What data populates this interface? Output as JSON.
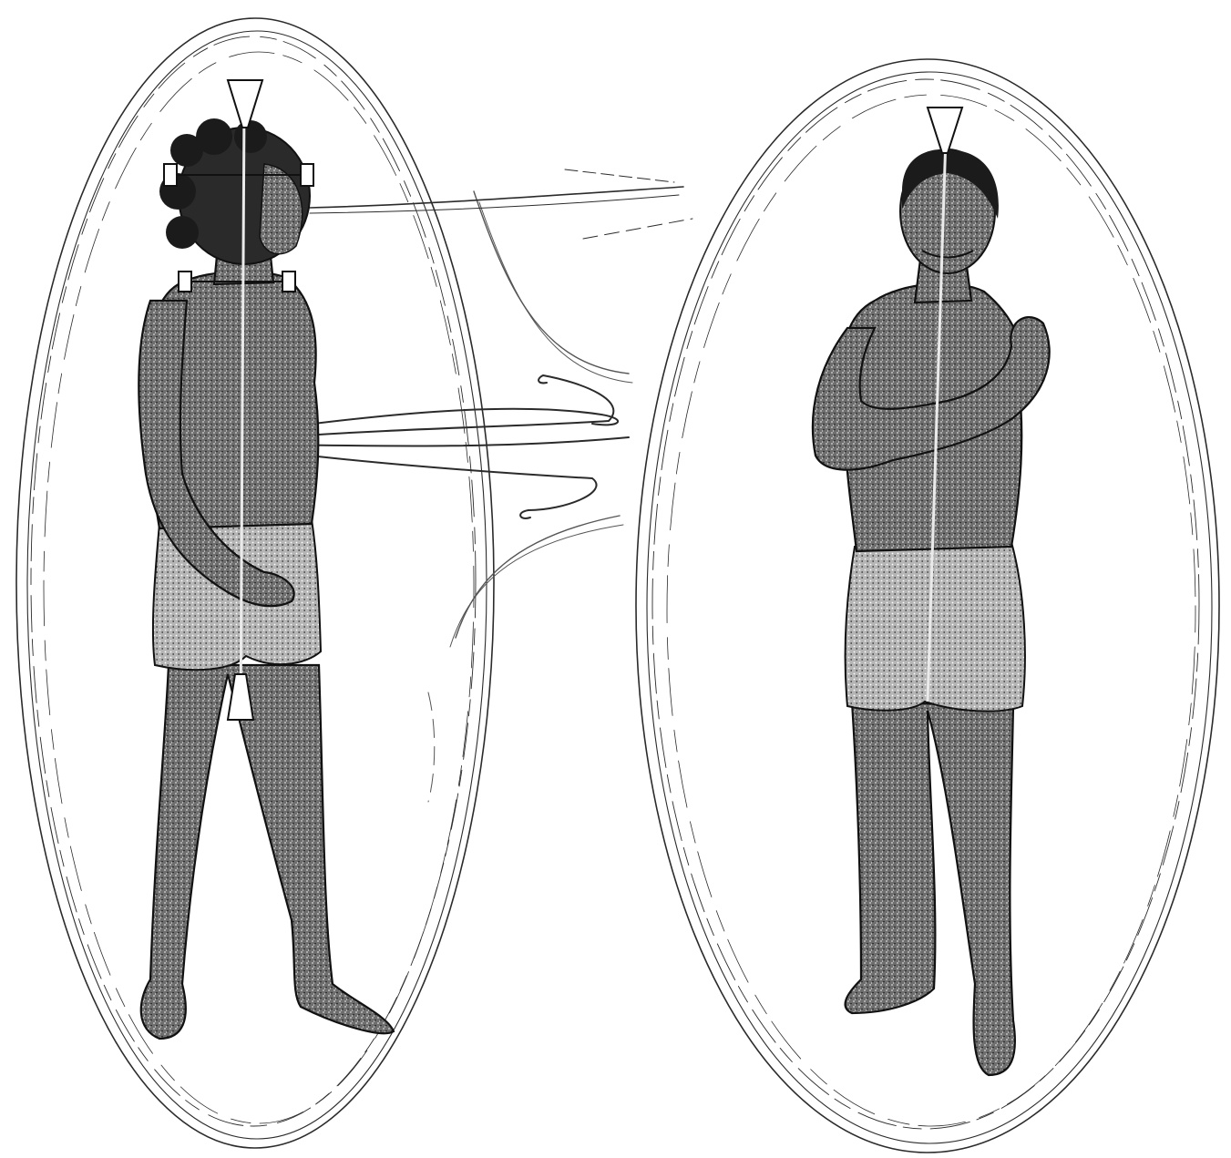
{
  "figure": {
    "description_elements": [
      "left-figure",
      "right-figure",
      "energy-field",
      "connection-cords"
    ],
    "colors": {
      "ink": "#1a1a1a",
      "paper": "#ffffff"
    }
  }
}
